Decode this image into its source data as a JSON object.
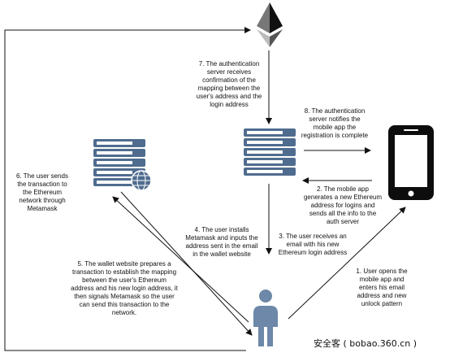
{
  "steps": {
    "s1": "1. User opens the\nmobile app and\nenters his email\naddress and new\nunlock pattern",
    "s2": "2. The mobile app\ngenerates a new Ethereum\naddress for logins and\nsends all the info to the\nauth server",
    "s3": "3. The user receives an\nemail with his new\nEthereum login address",
    "s4": "4. The user installs\nMetamask and inputs the\naddress sent in the email\nin the wallet website",
    "s5": "5. The wallet website prepares a\ntransaction to establish the mapping\nbetween the user's Ethereum\naddress and his new login address, it\nthen signals Metamask so the user\ncan send this transaction to the\nnetwork.",
    "s6": "6. The user sends\nthe transaction to\nthe Ethereum\nnetwork through\nMetamask",
    "s7": "7. The authentication\nserver receives\nconfirmation of the\nmapping between the\nuser's address and the\nlogin address",
    "s8": "8. The authentication\nserver notifies the\nmobile app the\nregistration is complete"
  },
  "watermark": "安全客 ( bobao.360.cn )",
  "colors": {
    "server_body": "#4f6c8f",
    "server_slot": "#ffffff",
    "phone_body": "#0d0d0d",
    "user": "#6d88a8",
    "arrow": "#111111",
    "eth_dark": "#111111",
    "eth_mid": "#777777",
    "eth_light": "#bbbbbb"
  }
}
